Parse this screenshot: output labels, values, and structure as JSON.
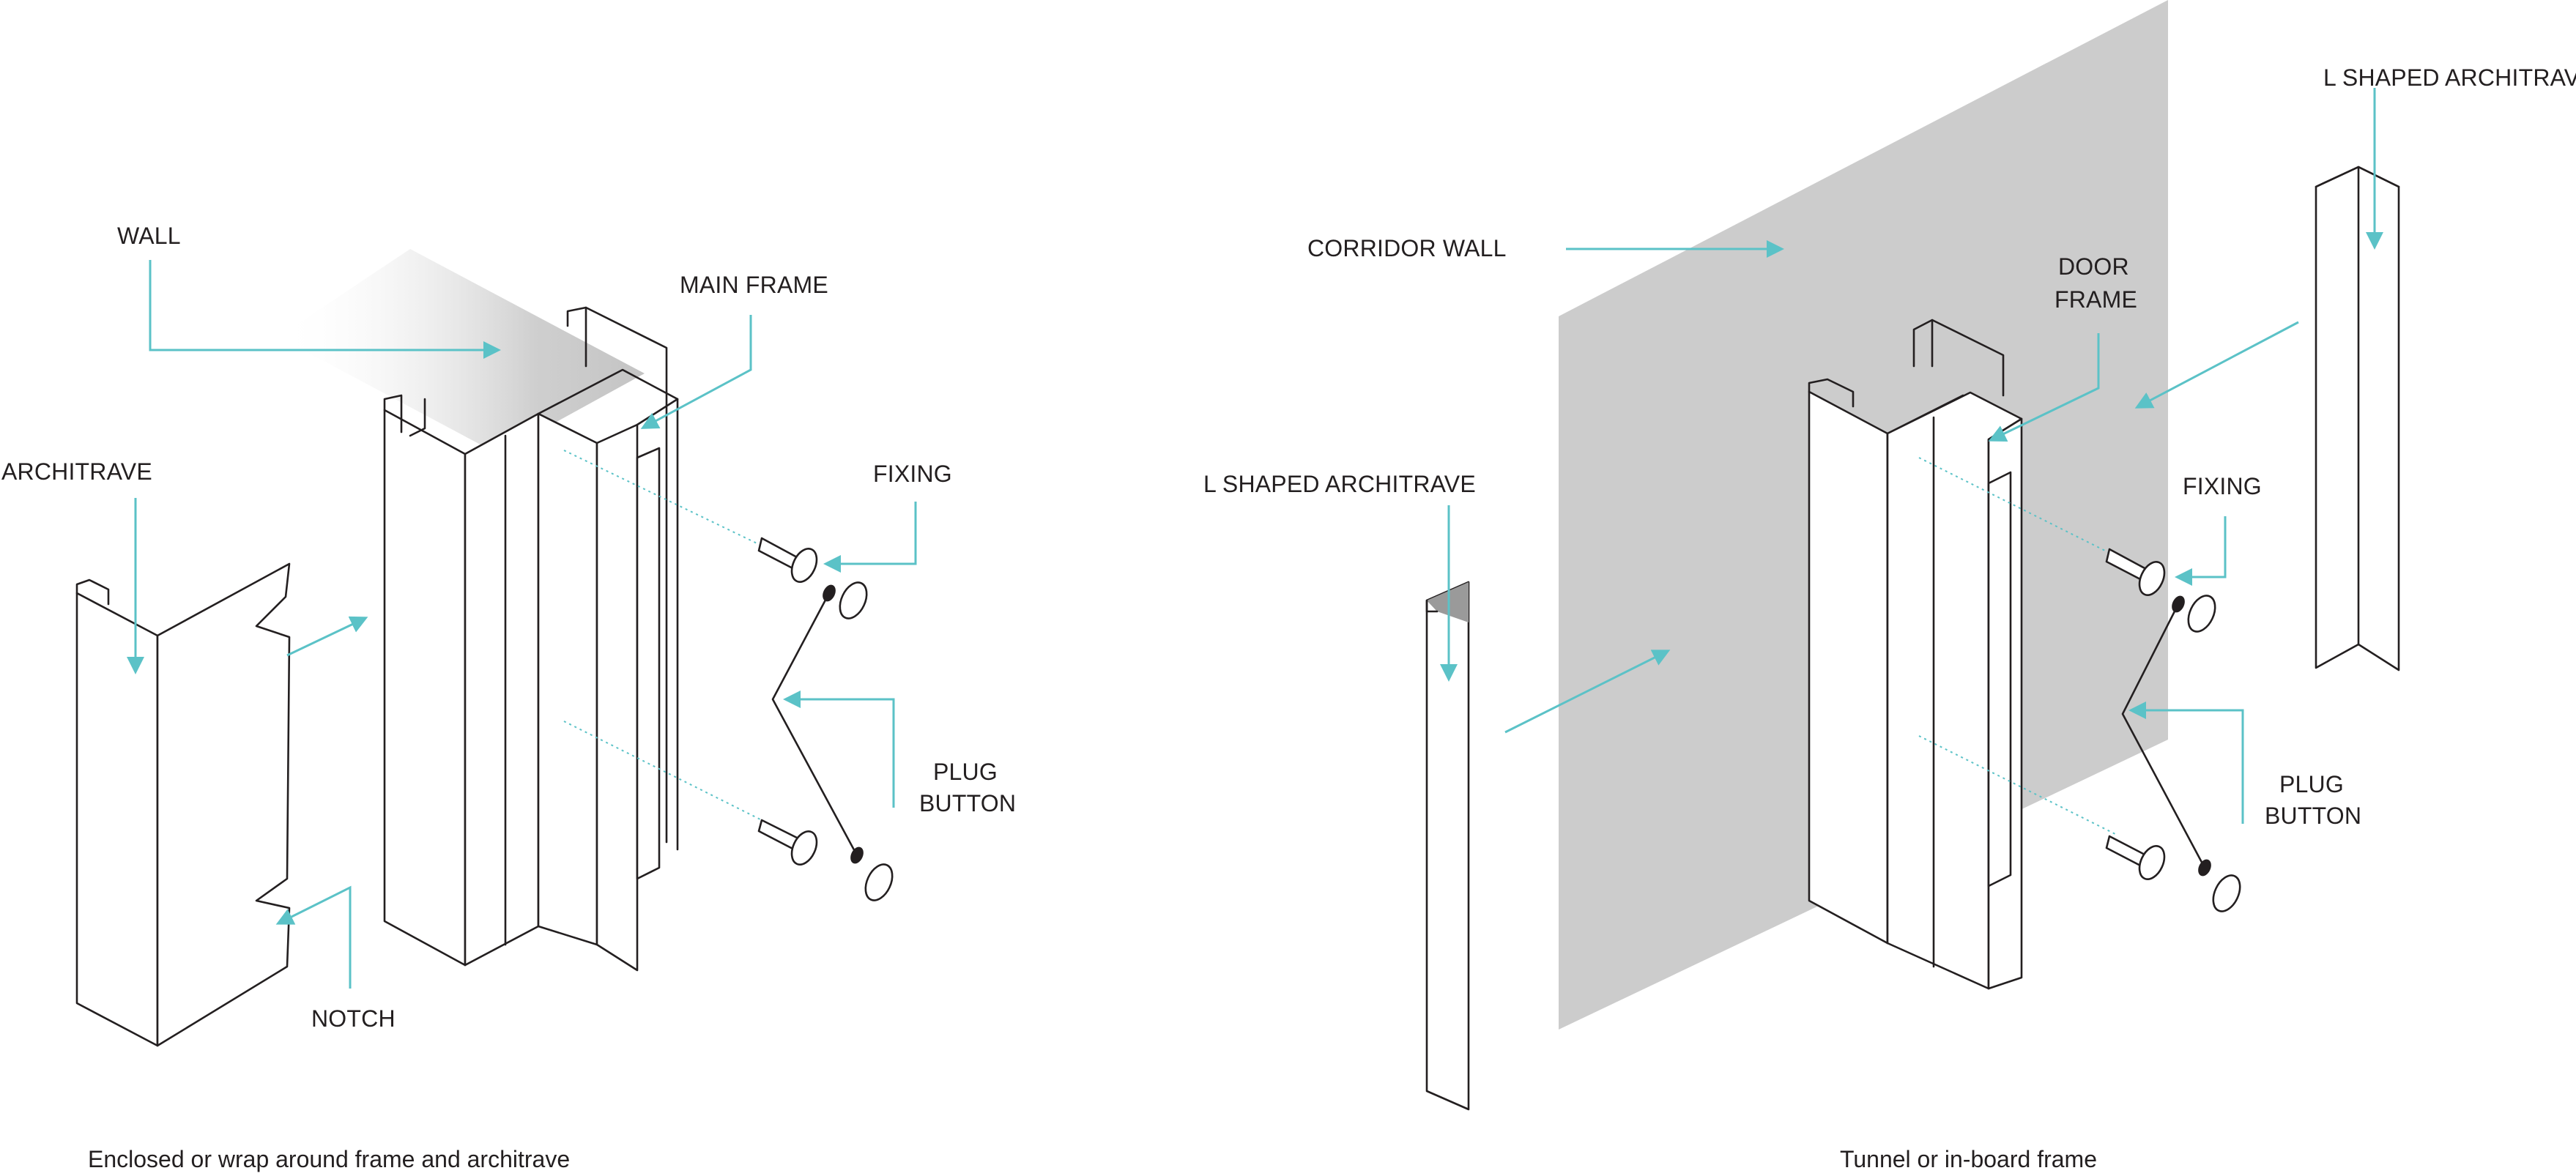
{
  "diagrams": [
    {
      "caption": "Enclosed or wrap around frame and architrave",
      "labels": {
        "wall": "WALL",
        "main_frame": "MAIN FRAME",
        "architrave": "ARCHITRAVE",
        "fixing": "FIXING",
        "plug_line1": "PLUG",
        "plug_line2": "BUTTON",
        "notch": "NOTCH"
      }
    },
    {
      "caption": "Tunnel or in-board  frame",
      "labels": {
        "corridor_wall": "CORRIDOR WALL",
        "door_frame_line1": "DOOR",
        "door_frame_line2": "FRAME",
        "l_architrave_left": "L SHAPED ARCHITRAVE",
        "l_architrave_right": "L SHAPED ARCHITRAVE",
        "fixing": "FIXING",
        "plug_line1": "PLUG",
        "plug_line2": "BUTTON"
      }
    }
  ],
  "colors": {
    "leader": "#5bc2c7",
    "line": "#231f20",
    "wall_fill": "#cccccc"
  }
}
